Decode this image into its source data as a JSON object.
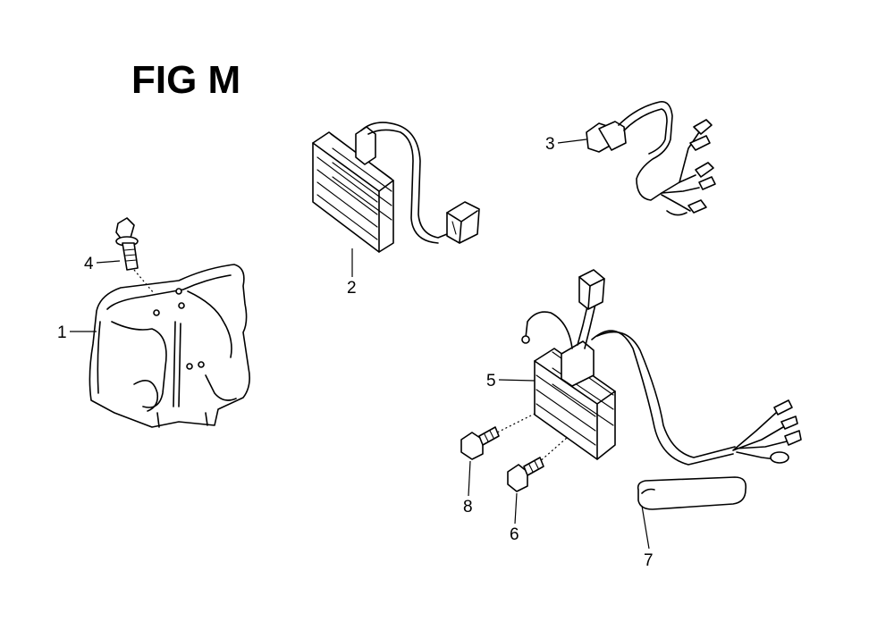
{
  "title": "FIG M",
  "parts": [
    {
      "number": "1",
      "icon": "cover-plate-icon"
    },
    {
      "number": "2",
      "icon": "regulator-rectifier-icon"
    },
    {
      "number": "3",
      "icon": "wire-harness-icon"
    },
    {
      "number": "4",
      "icon": "flange-bolt-icon"
    },
    {
      "number": "5",
      "icon": "regulator-rectifier-assembly-icon"
    },
    {
      "number": "6",
      "icon": "flange-bolt-icon"
    },
    {
      "number": "7",
      "icon": "tube-icon"
    },
    {
      "number": "8",
      "icon": "flange-bolt-icon"
    }
  ]
}
